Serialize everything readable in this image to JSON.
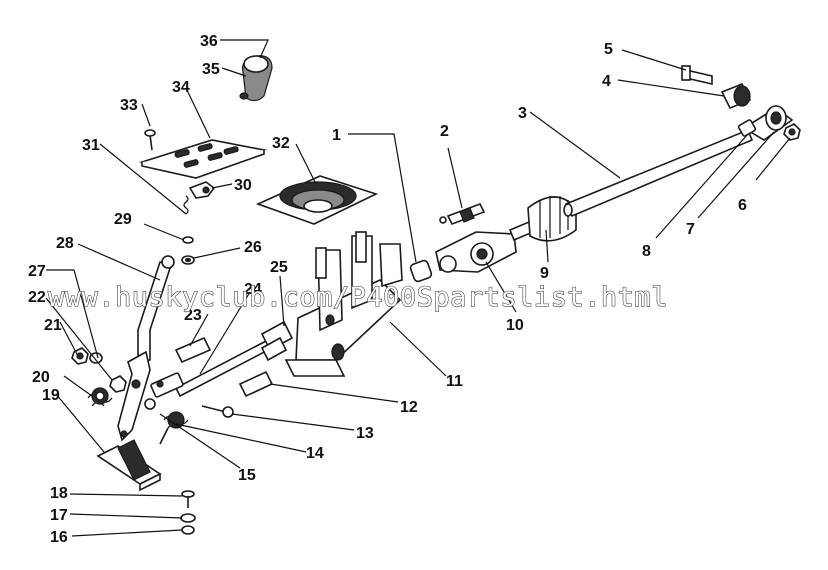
{
  "watermark": "www.huskyclub.com/P400Spartslist.html",
  "callouts": [
    "1",
    "2",
    "3",
    "4",
    "5",
    "6",
    "7",
    "8",
    "9",
    "10",
    "11",
    "12",
    "13",
    "14",
    "15",
    "16",
    "17",
    "18",
    "19",
    "20",
    "21",
    "22",
    "23",
    "24",
    "25",
    "26",
    "27",
    "28",
    "29",
    "30",
    "31",
    "32",
    "33",
    "34",
    "35",
    "36"
  ]
}
